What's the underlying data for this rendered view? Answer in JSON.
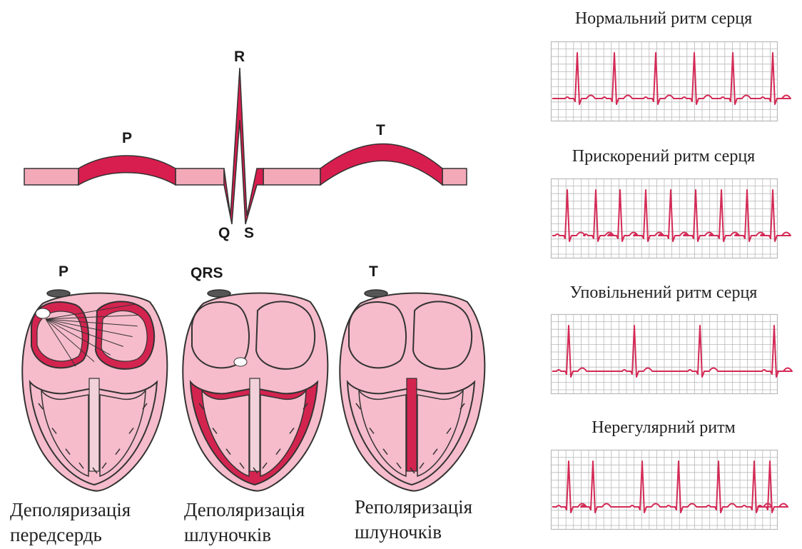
{
  "colors": {
    "wave_fill": "#d81e4e",
    "baseline_fill": "#f3a9b8",
    "outline": "#333333",
    "heart_fill": "#f6bccb",
    "heart_dark": "#d3244f",
    "ecg_trace": "#d42a56",
    "grid": "#b9b9b9"
  },
  "waveform": {
    "labels": {
      "p": "P",
      "r": "R",
      "q": "Q",
      "s": "S",
      "t": "T"
    }
  },
  "hearts": [
    {
      "label": "P",
      "caption_line1": "Деполяризація",
      "caption_line2": "передсердь",
      "icon": "atrial-depolarization-heart"
    },
    {
      "label": "QRS",
      "caption_line1": "Деполяризація",
      "caption_line2": "шлуночків",
      "icon": "ventricular-depolarization-heart"
    },
    {
      "label": "T",
      "caption_line1": "Реполяризація",
      "caption_line2": "шлуночків",
      "icon": "ventricular-repolarization-heart"
    }
  ],
  "rhythms": [
    {
      "title": "Нормальний ритм серця",
      "beats": 6,
      "pattern": "regular"
    },
    {
      "title": "Прискорений ритм серця",
      "beats": 9,
      "pattern": "fast"
    },
    {
      "title": "Уповільнений ритм серця",
      "beats": 4,
      "pattern": "slow"
    },
    {
      "title": "Нерегулярний ритм",
      "beats": 7,
      "pattern": "irregular"
    }
  ]
}
